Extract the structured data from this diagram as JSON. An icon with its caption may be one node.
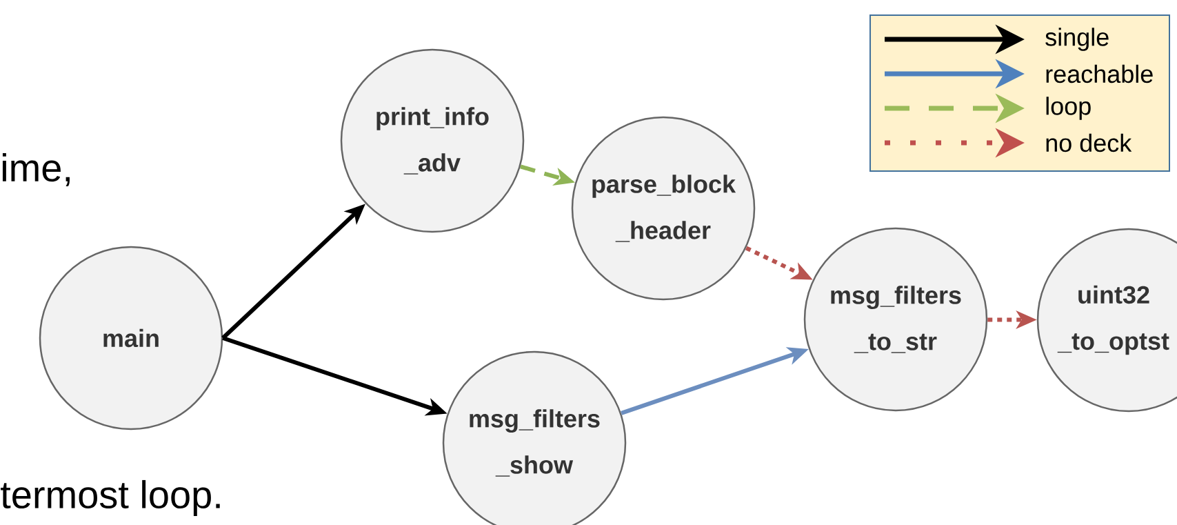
{
  "diagram": {
    "nodes": [
      {
        "text": [
          "main"
        ]
      },
      {
        "text": [
          "print_info _adv"
        ]
      },
      {
        "text": [
          "parse_block _header"
        ]
      },
      {
        "text": [
          "msg_filters _show"
        ]
      },
      {
        "text": [
          "msg_filters _to_str"
        ]
      },
      {
        "text": [
          "uint32 _to_optst"
        ]
      }
    ],
    "edges": [
      {
        "from": 0,
        "to": 1,
        "arrow": "to"
      },
      {
        "from": 0,
        "to": 3,
        "arrow": "to"
      },
      {
        "from": 1,
        "to": 2,
        "arrow": "to",
        "style": "dashed",
        "color": "#8fb456"
      },
      {
        "from": 2,
        "to": 4,
        "arrow": "to",
        "style": "dashed",
        "color": "#b85450"
      },
      {
        "from": 3,
        "to": 4,
        "arrow": "to",
        "color": "#6c8ebf"
      },
      {
        "from": 4,
        "to": 5,
        "arrow": "to",
        "style": "dashed",
        "color": "#b85450"
      }
    ],
    "labels": [
      "ime,",
      "termost loop."
    ],
    "legend": [
      {
        "text": "single"
      },
      {
        "text": "reachable"
      },
      {
        "text": "loop"
      },
      {
        "text": "no deck"
      }
    ]
  }
}
